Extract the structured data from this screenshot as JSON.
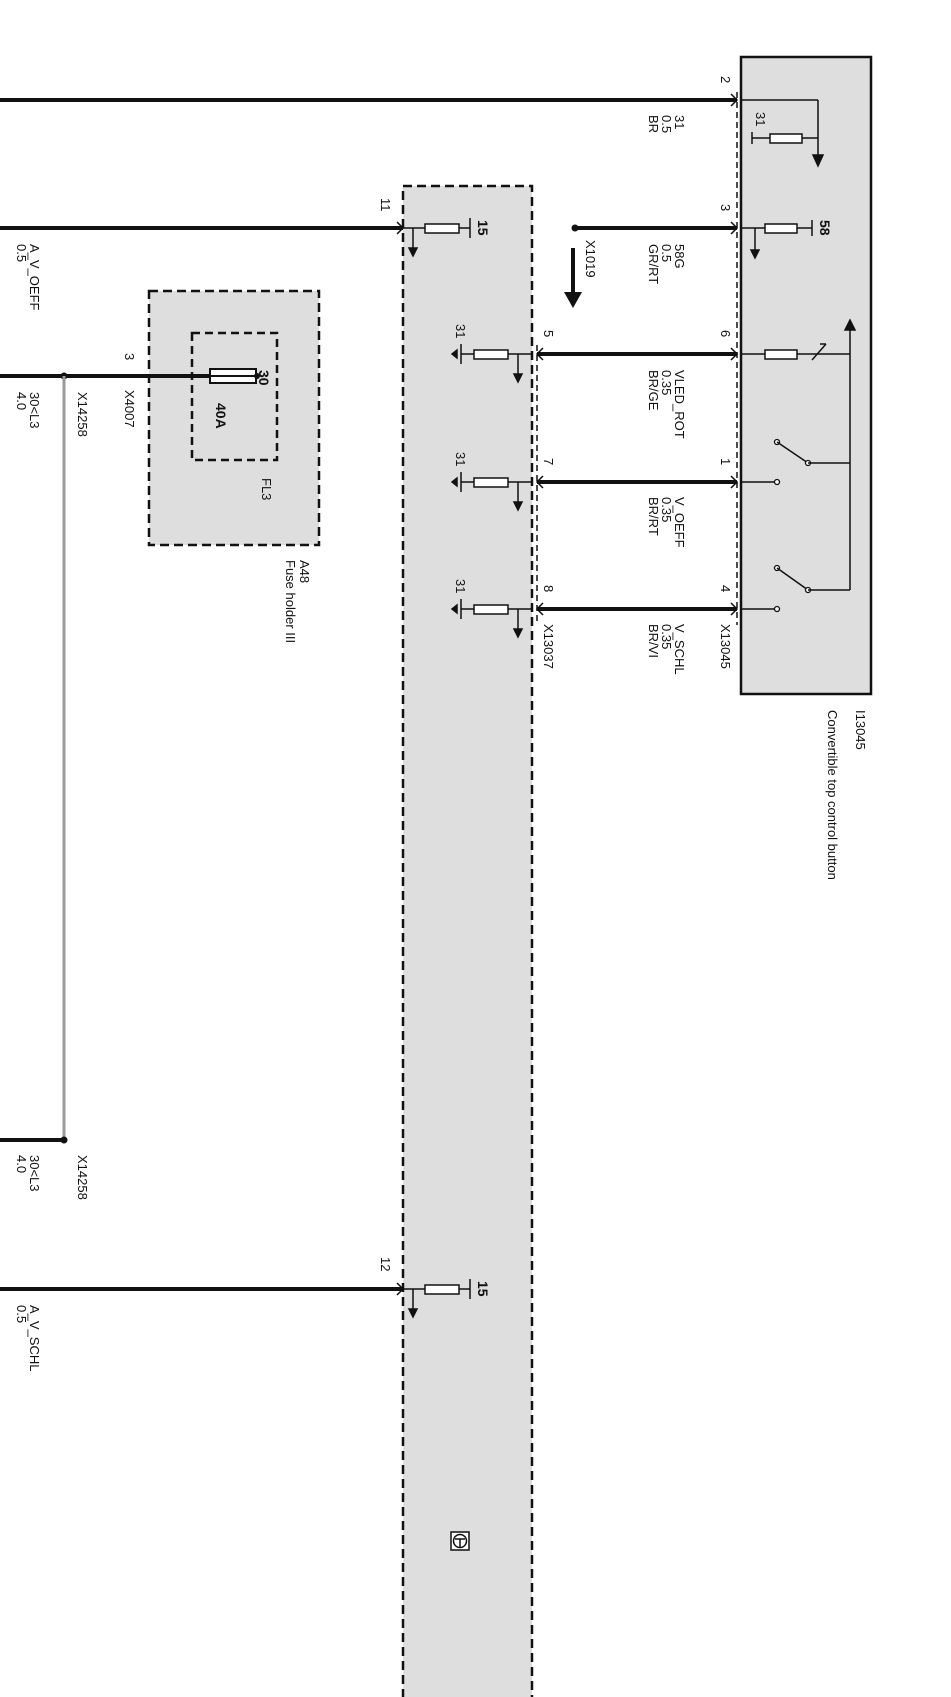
{
  "switch_module": {
    "designation": "I13045",
    "name": "Convertible top control button",
    "connector": "X13045"
  },
  "ecu": {
    "connector": "X13037"
  },
  "fuse_holder": {
    "designation": "A48",
    "name": "Fuse holder III",
    "fuse": "FL3",
    "rating": "40A",
    "terminal": "30",
    "connector": "X4007",
    "connector_pin": "3"
  },
  "distribution": {
    "connector": "X14258"
  },
  "wires": {
    "w31": {
      "pin": "2",
      "signal": "31",
      "size": "0.5",
      "color": "BR"
    },
    "w58g": {
      "pin": "3",
      "signal": "58G",
      "size": "0.5",
      "color": "GR/RT",
      "connector": "X1019"
    },
    "wvled": {
      "ecu_pin": "5",
      "sw_pin": "6",
      "signal": "VLED_ROT",
      "size": "0.35",
      "color": "BR/GE"
    },
    "wvoeff": {
      "ecu_pin": "7",
      "sw_pin": "1",
      "signal": "V_OEFF",
      "size": "0.35",
      "color": "BR/RT"
    },
    "wvschl": {
      "ecu_pin": "8",
      "sw_pin": "4",
      "signal": "V_SCHL",
      "size": "0.35",
      "color": "BR/VI"
    },
    "wavoeff": {
      "ecu_pin": "11",
      "signal": "A_V_OEFF",
      "size": "0.5"
    },
    "wavschl": {
      "ecu_pin": "12",
      "signal": "A_V_SCHL",
      "size": "0.5"
    },
    "w30l3": {
      "signal": "30<L3",
      "size": "4.0"
    }
  },
  "internal": {
    "t31": "31",
    "t58": "58",
    "t15": "15"
  }
}
